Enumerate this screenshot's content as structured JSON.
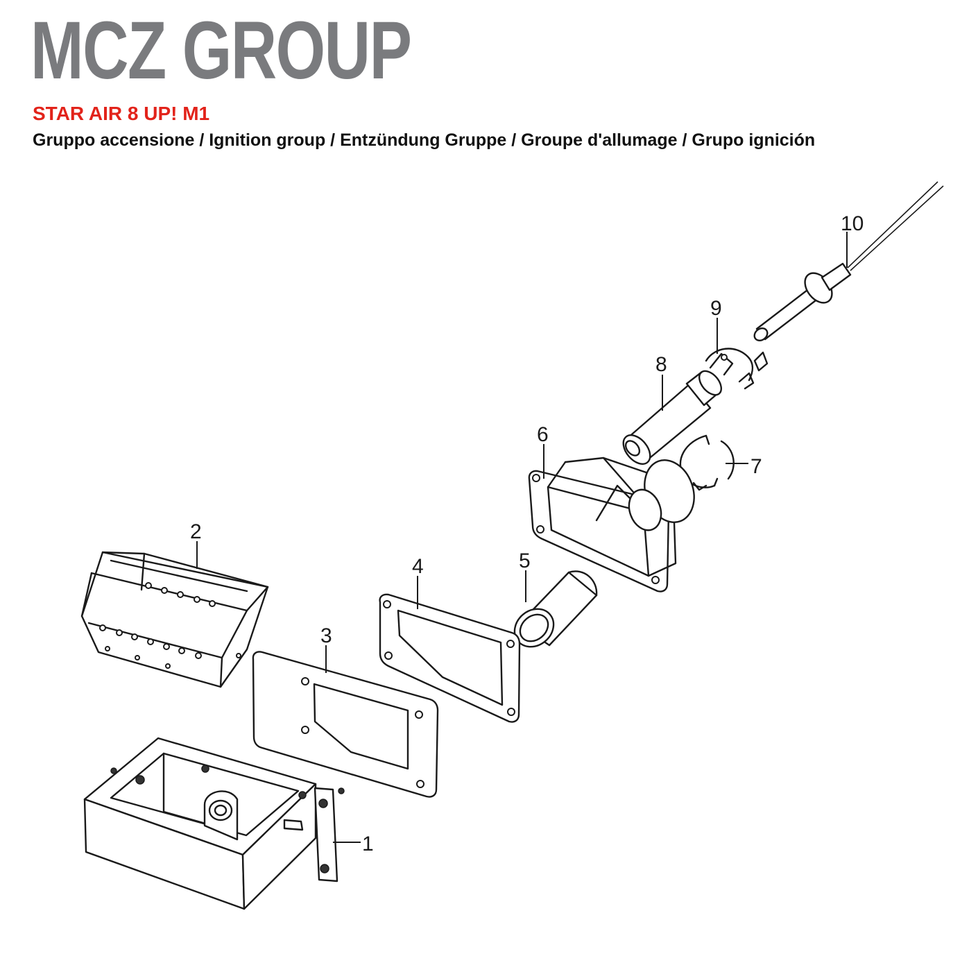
{
  "header": {
    "brand": "MCZ GROUP",
    "model": "STAR AIR 8 UP! M1",
    "subtitle": "Gruppo accensione / Ignition group / Entzündung Gruppe / Groupe d'allumage / Grupo ignición"
  },
  "callouts": {
    "c1": "1",
    "c2": "2",
    "c3": "3",
    "c4": "4",
    "c5": "5",
    "c6": "6",
    "c7": "7",
    "c8": "8",
    "c9": "9",
    "c10": "10"
  },
  "colors": {
    "brand": "#7a7b7e",
    "model": "#e2231a",
    "text": "#111111",
    "line": "#1a1a1a"
  }
}
